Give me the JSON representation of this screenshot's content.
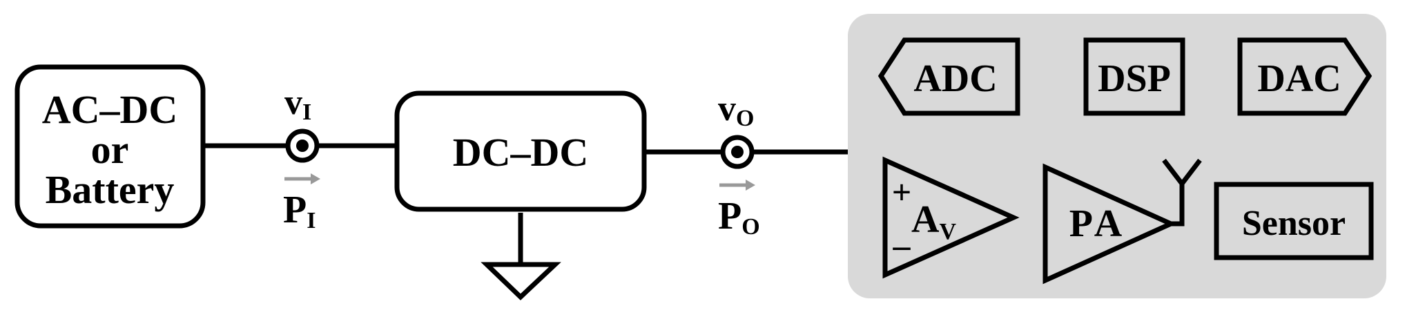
{
  "source_block": {
    "lines": [
      "AC–DC",
      "or",
      "Battery"
    ]
  },
  "input_node": {
    "voltage_main": "v",
    "voltage_sub": "I",
    "power_main": "P",
    "power_sub": "I"
  },
  "converter": {
    "label": "DC–DC"
  },
  "output_node": {
    "voltage_main": "v",
    "voltage_sub": "O",
    "power_main": "P",
    "power_sub": "O"
  },
  "load": {
    "adc_label": "ADC",
    "dsp_label": "DSP",
    "dac_label": "DAC",
    "amp_plus": "+",
    "amp_minus": "–",
    "amp_main": "A",
    "amp_sub": "V",
    "pa_label": "PA",
    "sensor_label": "Sensor"
  },
  "colors": {
    "load_panel": "#d9d9d9",
    "arrow": "#999999",
    "stroke": "#000000"
  }
}
